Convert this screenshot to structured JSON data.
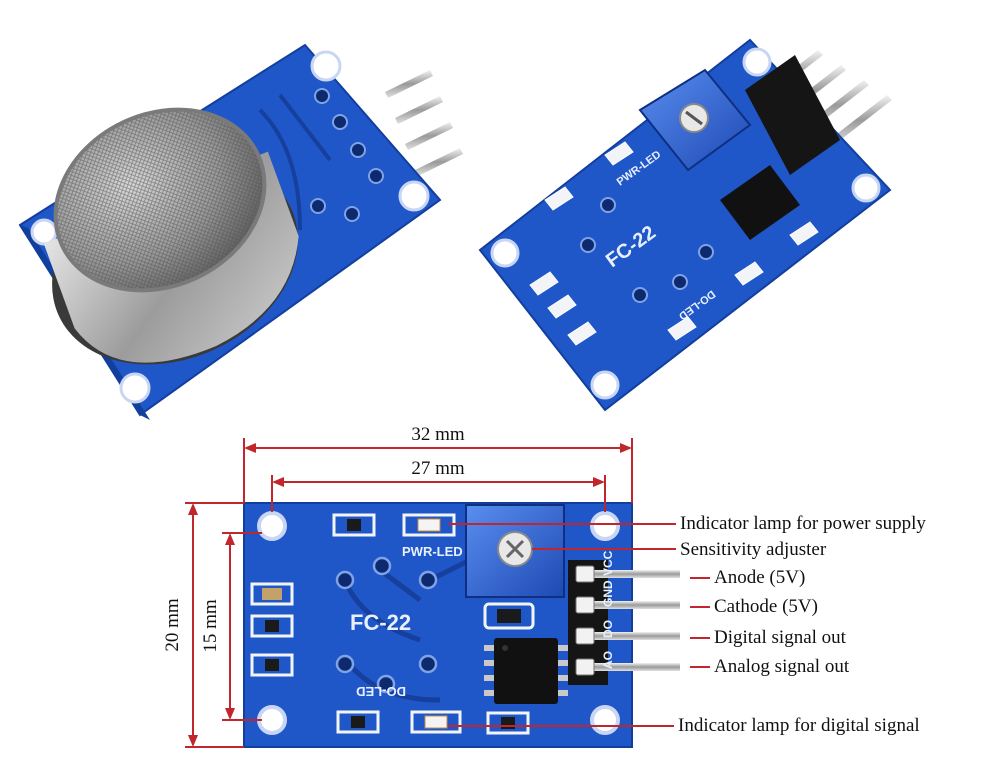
{
  "colors": {
    "pcb": "#1f57c8",
    "pcb_dark": "#123e9e",
    "dimension": "#c0262b",
    "silkscreen": "#e8f0ff"
  },
  "board": {
    "model": "FC-22",
    "pwr_led_label": "PWR-LED",
    "do_led_label": "DO-LED",
    "pin_labels": [
      "VCC",
      "GND",
      "DO",
      "AO"
    ]
  },
  "dimensions": {
    "outer_width": "32 mm",
    "hole_spacing_x": "27 mm",
    "outer_height": "20 mm",
    "hole_spacing_y": "15 mm"
  },
  "callouts": {
    "power_lamp": "Indicator lamp for power supply",
    "sensitivity": "Sensitivity adjuster",
    "anode": "Anode (5V)",
    "cathode": "Cathode (5V)",
    "digital_out": "Digital signal out",
    "analog_out": "Analog signal out",
    "digital_lamp": "Indicator lamp for digital signal"
  }
}
